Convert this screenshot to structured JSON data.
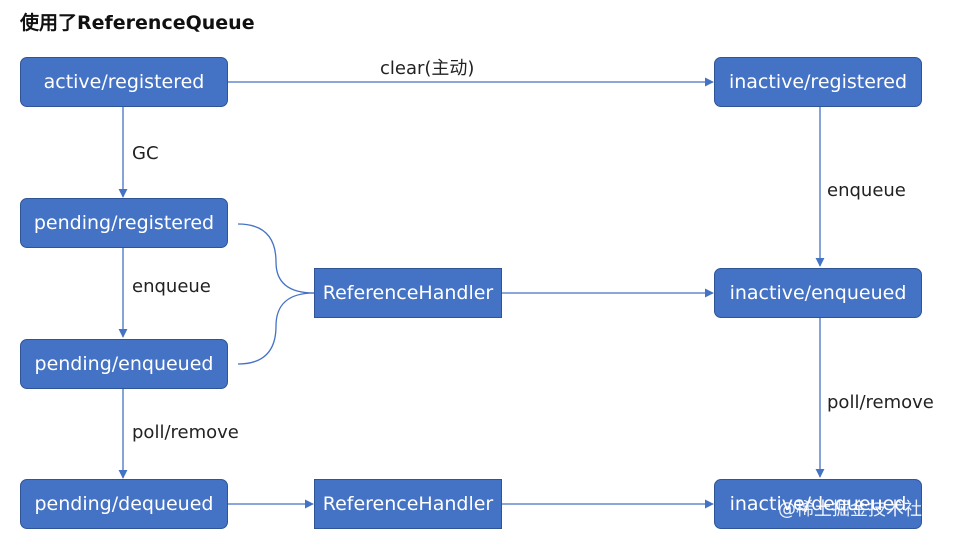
{
  "title": "使用了ReferenceQueue",
  "nodes": {
    "active_registered": "active/registered",
    "pending_registered": "pending/registered",
    "pending_enqueued": "pending/enqueued",
    "pending_dequeued": "pending/dequeued",
    "reference_handler_top": "ReferenceHandler",
    "reference_handler_bottom": "ReferenceHandler",
    "inactive_registered": "inactive/registered",
    "inactive_enqueued": "inactive/enqueued",
    "inactive_dequeued": "inactive/dequeued"
  },
  "edge_labels": {
    "clear": "clear(主动)",
    "gc": "GC",
    "enqueue_left": "enqueue",
    "poll_remove_left": "poll/remove",
    "enqueue_right": "enqueue",
    "poll_remove_right": "poll/remove"
  },
  "watermark": "@稀土掘金技术社区",
  "colors": {
    "node_fill": "#4472c4",
    "node_border": "#2f5597",
    "edge": "#4472c4",
    "text": "#ffffff"
  }
}
